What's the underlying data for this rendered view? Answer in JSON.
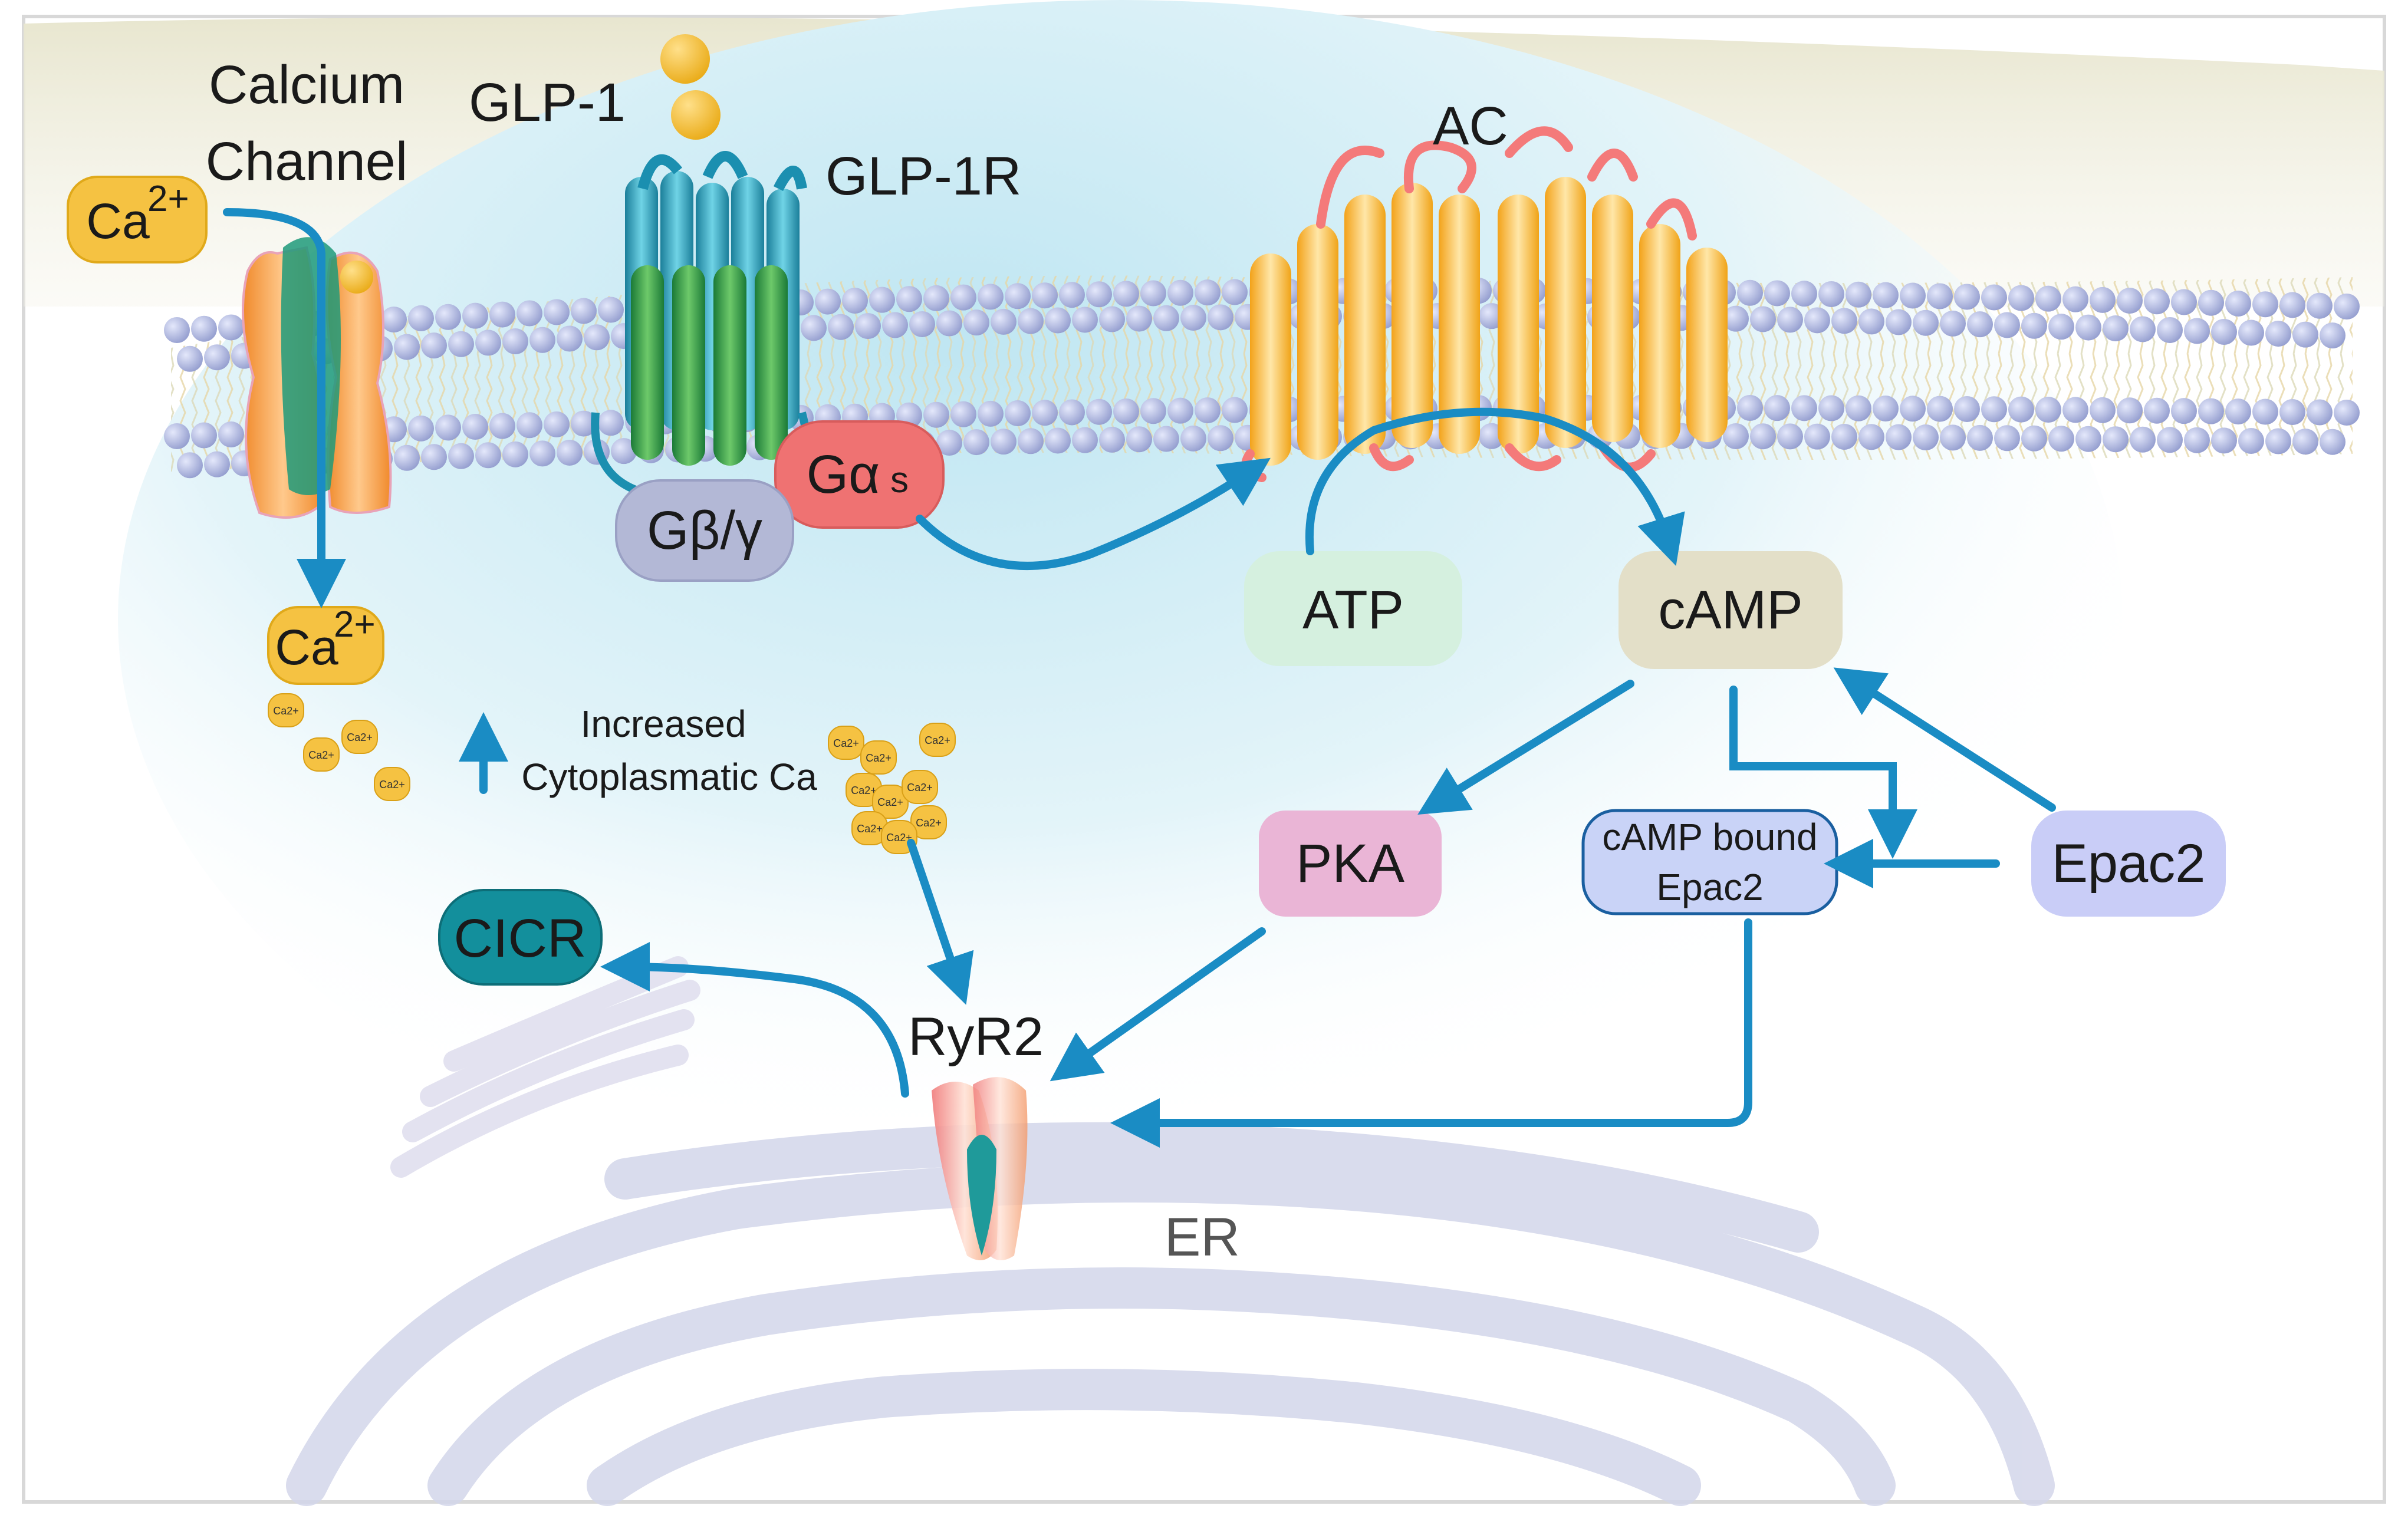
{
  "labels": {
    "calcium_channel_line1": "Calcium",
    "calcium_channel_line2": "Channel",
    "ca_out": "Ca",
    "ca_out_sup": "2+",
    "ca_in": "Ca",
    "ca_in_sup": "2+",
    "ca_small": "Ca",
    "ca_small_sup": "2+",
    "glp1": "GLP-1",
    "glp1r": "GLP-1R",
    "ac": "AC",
    "gas_main": "Gα",
    "gas_sub": "s",
    "gby": "Gβ/γ",
    "atp": "ATP",
    "camp": "cAMP",
    "pka": "PKA",
    "camp_bound_line1": "cAMP bound",
    "camp_bound_line2": "Epac2",
    "epac2": "Epac2",
    "increased_line1": "Increased",
    "increased_line2": "Cytoplasmatic Ca",
    "cicr": "CICR",
    "ryr2": "RyR2",
    "er": "ER"
  },
  "colors": {
    "arrow": "#1a8cc4",
    "ca_ion": "#f5c242",
    "atp_box": "#d5f0df",
    "camp_box": "#e3dfc8",
    "pka_box": "#eab5d6",
    "epac2_box": "#c9cdf7",
    "camp_bound_box": "#c9d3f7",
    "cicr_box": "#138f9c",
    "gas_box": "#ef7272",
    "gby_box": "#b3b8d6",
    "membrane_head": "#bfc6ea",
    "er": "#cfd3e6"
  }
}
